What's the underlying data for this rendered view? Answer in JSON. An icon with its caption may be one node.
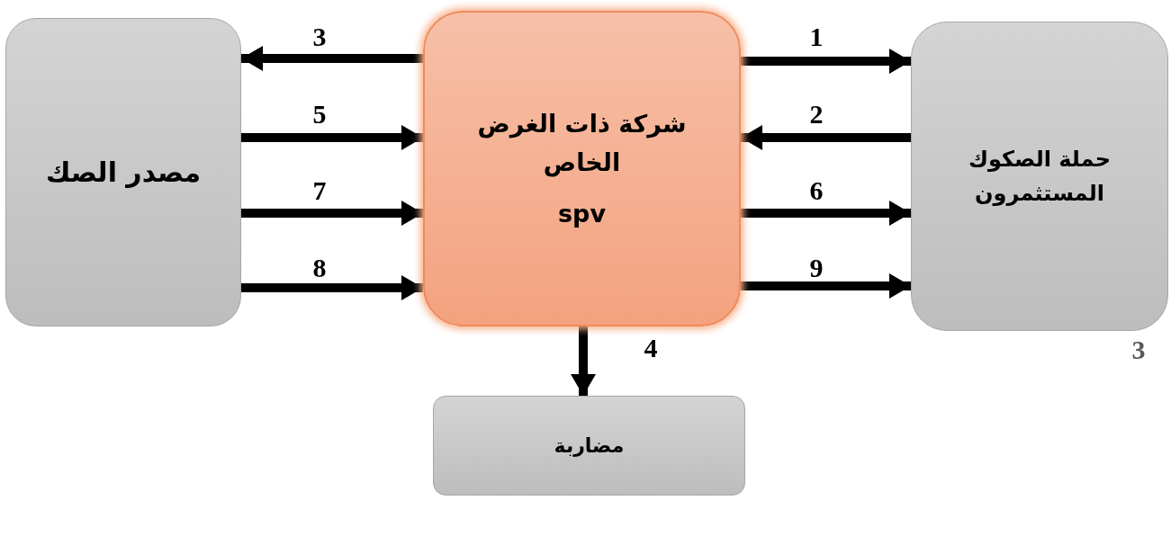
{
  "diagram": {
    "nodes": [
      {
        "text": [
          "مصدر الصك"
        ]
      },
      {
        "text": [
          "شركة ذات الغرض الخاص",
          "spv"
        ]
      },
      {
        "text": [
          "حملة الصكوك المستثمرون"
        ]
      },
      {
        "text": [
          "مضاربة"
        ]
      }
    ],
    "edges": [
      {
        "from": 1,
        "to": 0,
        "arrow": "to",
        "label": "3"
      },
      {
        "from": 1,
        "to": 2,
        "arrow": "to",
        "label": "1"
      },
      {
        "from": 0,
        "to": 1,
        "arrow": "to",
        "label": "5"
      },
      {
        "from": 2,
        "to": 1,
        "arrow": "to",
        "label": "2"
      },
      {
        "from": 0,
        "to": 1,
        "arrow": "to",
        "label": "7"
      },
      {
        "from": 1,
        "to": 2,
        "arrow": "to",
        "label": "6"
      },
      {
        "from": 0,
        "to": 1,
        "arrow": "to",
        "label": "8"
      },
      {
        "from": 1,
        "to": 2,
        "arrow": "to",
        "label": "9"
      },
      {
        "from": 1,
        "to": 3,
        "arrow": "to",
        "label": "4"
      }
    ],
    "labels": [
      "3"
    ]
  }
}
